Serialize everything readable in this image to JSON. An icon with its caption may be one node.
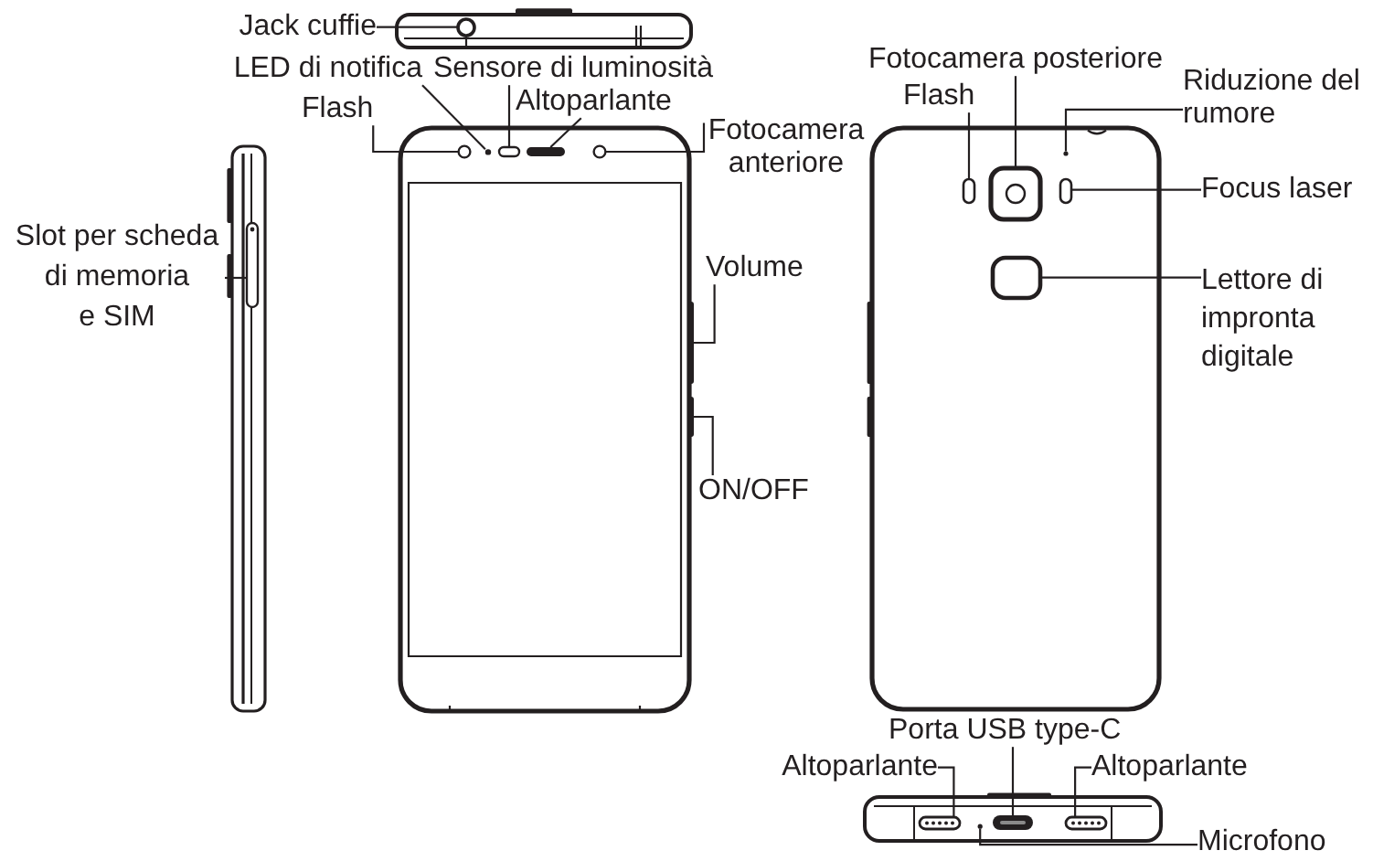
{
  "diagram": {
    "nodes": [
      {
        "text": [
          "Jack cuffie"
        ]
      },
      {
        "text": [
          "LED di notifica"
        ]
      },
      {
        "text": [
          "Sensore di luminosità"
        ]
      },
      {
        "text": [
          "Altoparlante"
        ]
      },
      {
        "text": [
          "Flash"
        ]
      },
      {
        "text": [
          "Fotocamera anteriore"
        ]
      },
      {
        "text": [
          "Fotocamera posteriore"
        ]
      },
      {
        "text": [
          "Flash"
        ]
      },
      {
        "text": [
          "Riduzione del rumore"
        ]
      },
      {
        "text": [
          "Focus laser"
        ]
      },
      {
        "text": [
          "Slot per scheda di memoria e SIM"
        ]
      },
      {
        "text": [
          "Volume"
        ]
      },
      {
        "text": [
          "Lettore di impronta digitale"
        ]
      },
      {
        "text": [
          "ON/OFF"
        ]
      },
      {
        "text": [
          "Porta USB type-C"
        ]
      },
      {
        "text": [
          "Altoparlante"
        ]
      },
      {
        "text": [
          "Altoparlante"
        ]
      },
      {
        "text": [
          "Microfono"
        ]
      },
      {
        "text": [],
        "shape": "circle"
      },
      {
        "text": [],
        "shape": "circle"
      },
      {
        "text": [],
        "shape": "circle"
      },
      {
        "text": [],
        "shape": "bar"
      },
      {
        "text": [],
        "shape": "bar"
      },
      {
        "text": [],
        "shape": "circle"
      },
      {
        "text": [],
        "shape": "circle"
      },
      {
        "text": [],
        "shape": "bar"
      },
      {
        "text": [],
        "shape": "box"
      },
      {
        "text": [],
        "shape": "bar"
      },
      {
        "text": [],
        "shape": "bar"
      },
      {
        "text": [],
        "shape": "box"
      },
      {
        "text": [],
        "shape": "bar"
      },
      {
        "text": [],
        "shape": "bar"
      },
      {
        "text": [],
        "shape": "bar"
      },
      {
        "text": [],
        "shape": "circle"
      },
      {
        "text": [],
        "shape": "bar"
      },
      {
        "text": [],
        "shape": "bar"
      }
    ],
    "edges": [
      {
        "from": 0,
        "to": 18,
        "arrow": "none"
      },
      {
        "from": 1,
        "to": 20,
        "arrow": "none"
      },
      {
        "from": 2,
        "to": 21,
        "arrow": "none"
      },
      {
        "from": 3,
        "to": 22,
        "arrow": "none"
      },
      {
        "from": 4,
        "to": 19,
        "arrow": "none"
      },
      {
        "from": 5,
        "to": 23,
        "arrow": "none"
      },
      {
        "from": 6,
        "to": 26,
        "arrow": "none"
      },
      {
        "from": 7,
        "to": 25,
        "arrow": "none"
      },
      {
        "from": 8,
        "to": 24,
        "arrow": "none"
      },
      {
        "from": 9,
        "to": 27,
        "arrow": "none"
      },
      {
        "from": 10,
        "to": 28,
        "arrow": "none"
      },
      {
        "from": 11,
        "to": 30,
        "arrow": "none"
      },
      {
        "from": 12,
        "to": 29,
        "arrow": "none"
      },
      {
        "from": 13,
        "to": 31,
        "arrow": "none"
      },
      {
        "from": 14,
        "to": 34,
        "arrow": "none"
      },
      {
        "from": 15,
        "to": 32,
        "arrow": "none"
      },
      {
        "from": 16,
        "to": 35,
        "arrow": "none"
      },
      {
        "from": 17,
        "to": 33,
        "arrow": "none"
      }
    ]
  }
}
